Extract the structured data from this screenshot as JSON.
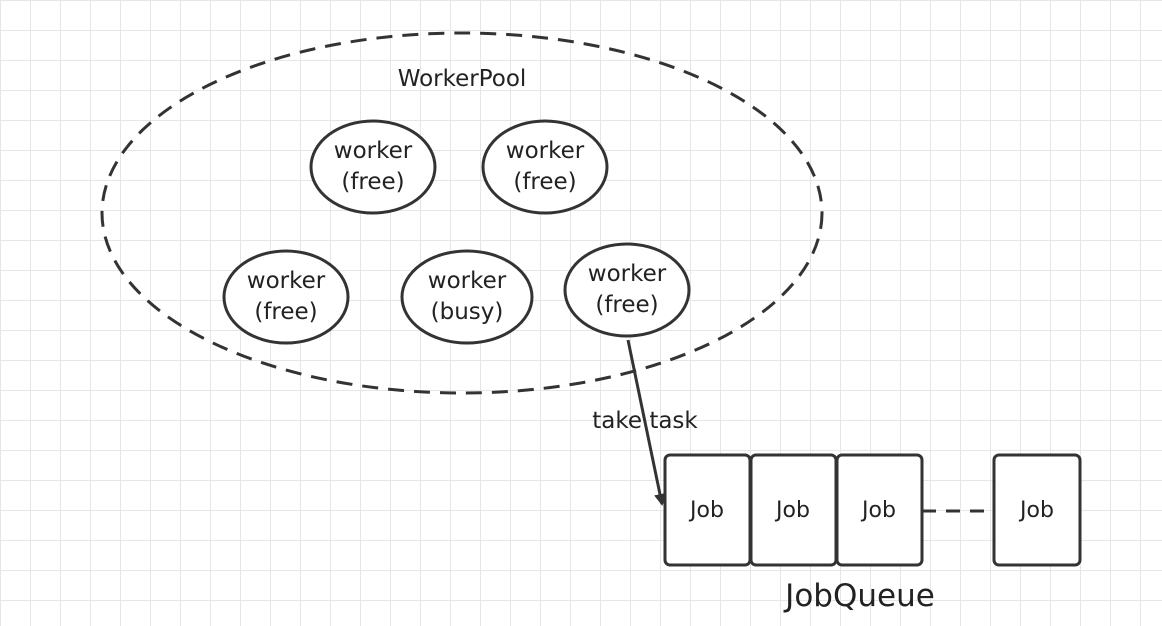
{
  "diagram": {
    "pool_title": "WorkerPool",
    "workers": [
      {
        "name": "worker",
        "state": "(free)"
      },
      {
        "name": "worker",
        "state": "(free)"
      },
      {
        "name": "worker",
        "state": "(free)"
      },
      {
        "name": "worker",
        "state": "(busy)"
      },
      {
        "name": "worker",
        "state": "(free)"
      }
    ],
    "edge_label": "take task",
    "jobs": [
      "Job",
      "Job",
      "Job",
      "Job"
    ],
    "queue_title": "JobQueue",
    "colors": {
      "stroke": "#333333",
      "text": "#222222",
      "grid": "#e6e6e6"
    }
  }
}
